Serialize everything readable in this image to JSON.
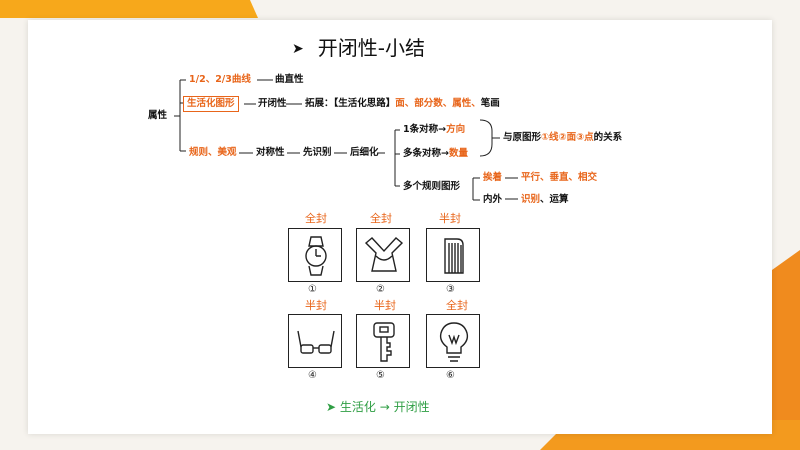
{
  "title": "开闭性-小结",
  "tree": {
    "root": "属性",
    "b1": "1/2、2/3曲线",
    "b1_result": "曲直性",
    "b2": "生活化图形",
    "b2_result": "开闭性",
    "b2_ext_label": "拓展：【生活化思路】",
    "b2_ext_items": "面、部分数、属性、",
    "b2_ext_last": "笔画",
    "b3": "规则、美观",
    "b3_result": "对称性",
    "b3_step1": "先识别",
    "b3_step2": "后细化",
    "one_axis": "1条对称→",
    "one_axis_focus": "方向",
    "multi_axis": "多条对称→",
    "multi_axis_focus": "数量",
    "relation_prefix": "与原图形",
    "relation_items": "①线②面③点",
    "relation_suffix": "的关系",
    "multi_shape": "多个规则图形",
    "adjacent": "挨着",
    "adjacent_items": "平行、垂直、相交",
    "inout": "内外",
    "inout_focus": "识别",
    "inout_rest": "、运算"
  },
  "figures": [
    {
      "label": "全封",
      "number": "①",
      "icon": "watch-icon"
    },
    {
      "label": "全封",
      "number": "②",
      "icon": "chevron-box-icon"
    },
    {
      "label": "半封",
      "number": "③",
      "icon": "comb-icon"
    },
    {
      "label": "半封",
      "number": "④",
      "icon": "glasses-icon"
    },
    {
      "label": "半封",
      "number": "⑤",
      "icon": "key-icon"
    },
    {
      "label": "全封",
      "number": "⑥",
      "icon": "lightbulb-icon"
    }
  ],
  "footer": {
    "text": "生活化",
    "arrow": "→",
    "result": "开闭性"
  },
  "colors": {
    "accent": "#e8651a",
    "footer": "#2f9e44",
    "deco": "#f39a1e"
  }
}
